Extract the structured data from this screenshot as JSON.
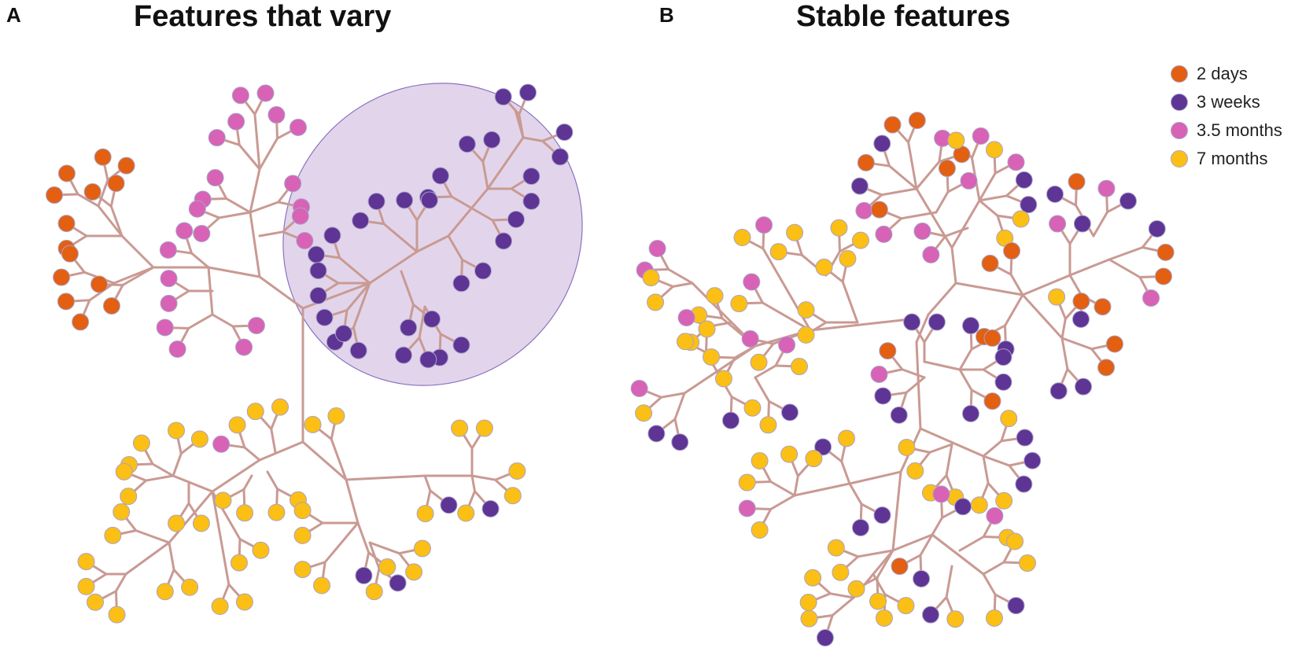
{
  "panels": [
    {
      "letter": "A",
      "title": "Features that vary"
    },
    {
      "letter": "B",
      "title": "Stable features"
    }
  ],
  "legend": [
    {
      "key": "d2",
      "label": "2 days",
      "color": "#e35f12"
    },
    {
      "key": "w3",
      "label": "3 weeks",
      "color": "#5e3495"
    },
    {
      "key": "m35",
      "label": "3.5 months",
      "color": "#d862b6"
    },
    {
      "key": "m7",
      "label": "7 months",
      "color": "#fbbf15"
    }
  ],
  "colors": {
    "branch": "#c99a93",
    "highlight_fill": "#e2d5eb",
    "highlight_stroke": "#8a72bf",
    "node_stroke": "#a8a3c6"
  }
}
